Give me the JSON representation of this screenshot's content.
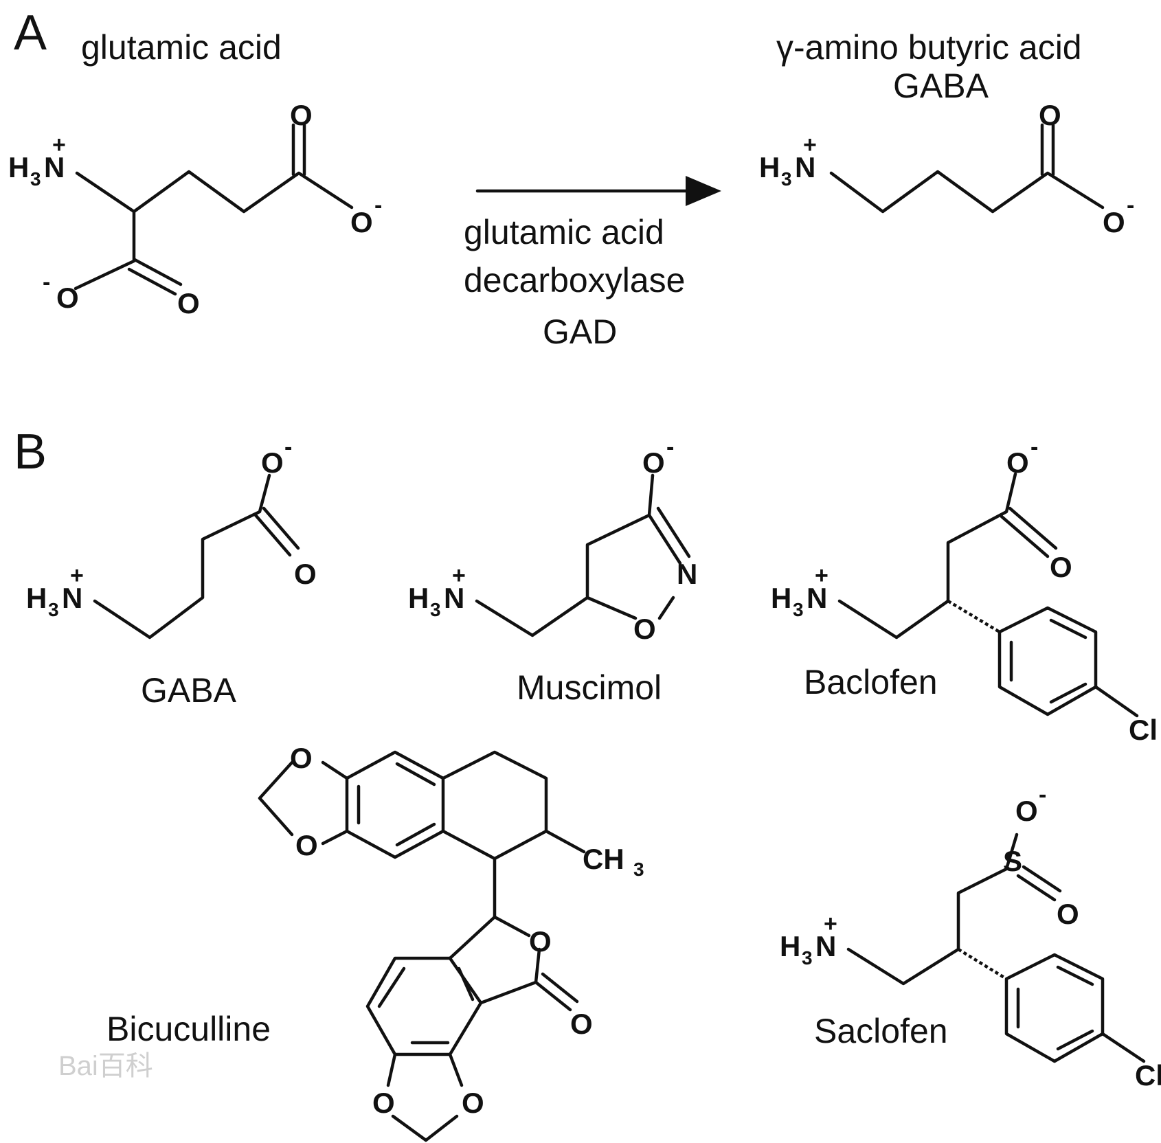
{
  "panels": {
    "a_label": "A",
    "b_label": "B"
  },
  "reaction": {
    "reactant_name": "glutamic acid",
    "product_name_line1": "γ-amino butyric acid",
    "product_name_line2": "GABA",
    "enzyme_line1": "glutamic acid",
    "enzyme_line2": "decarboxylase",
    "enzyme_line3": "GAD"
  },
  "compounds": {
    "gaba": "GABA",
    "muscimol": "Muscimol",
    "baclofen": "Baclofen",
    "bicuculline": "Bicuculline",
    "saclofen": "Saclofen"
  },
  "atoms": {
    "H": "H",
    "three": "3",
    "N": "N",
    "plus": "+",
    "O": "O",
    "minus": "-",
    "Cl": "Cl",
    "S": "S",
    "CH": "CH",
    "CH3_sub": "3"
  },
  "watermark": "Bai百科"
}
